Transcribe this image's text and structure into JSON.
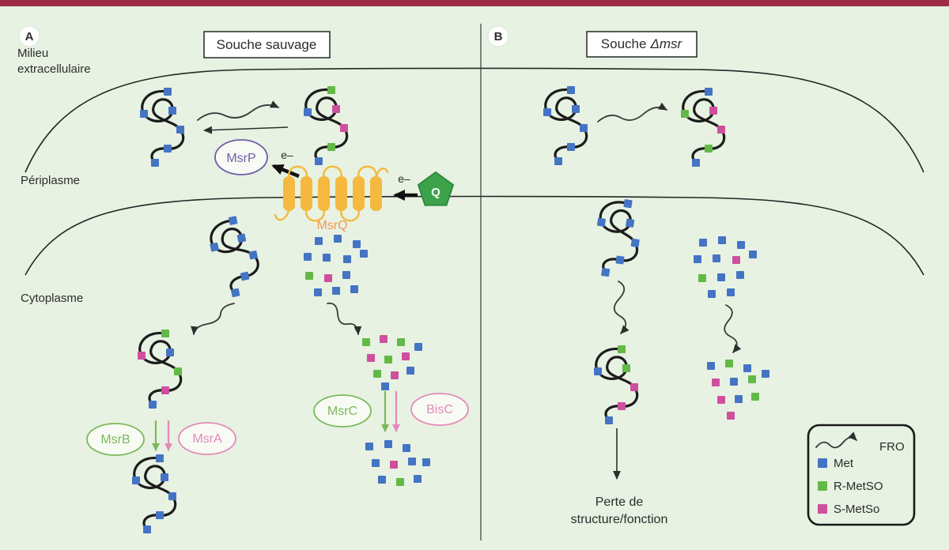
{
  "colors": {
    "background": "#e7f2e2",
    "top_bar": "#9d2b46",
    "met_blue": "#4574c4",
    "r_metso_green": "#62b946",
    "s_metso_magenta": "#cf4f9f",
    "membrane_yellow": "#f4b93e",
    "msrp_purple": "#6f5da7",
    "msrq_orange": "#f09a57",
    "enzyme_green": "#7cb85c",
    "enzyme_pink": "#e38ab8",
    "quinone_fill": "#3ca34b",
    "quinone_stroke": "#2e8a3c",
    "ink": "#262626"
  },
  "panels": {
    "a": {
      "badge": "A",
      "title": "Souche sauvage"
    },
    "b": {
      "badge": "B",
      "title_prefix": "Souche",
      "title_gene": "Δmsr"
    }
  },
  "regions": {
    "extracellular": [
      "Milieu",
      "extracellulaire"
    ],
    "periplasm": "Périplasme",
    "cytoplasm": "Cytoplasme"
  },
  "enzymes": {
    "msrp": "MsrP",
    "msrq": "MsrQ",
    "msrb": "MsrB",
    "msra": "MsrA",
    "msrc": "MsrC",
    "bisc": "BisC",
    "quinone": "Q"
  },
  "electrons": {
    "periplasm": "e–",
    "quinone": "e–"
  },
  "outcome": [
    "Perte de",
    "structure/fonction"
  ],
  "legend": {
    "fro": "FRO",
    "met": "Met",
    "r_metso": "R-MetSO",
    "s_metso": "S-MetSo"
  }
}
